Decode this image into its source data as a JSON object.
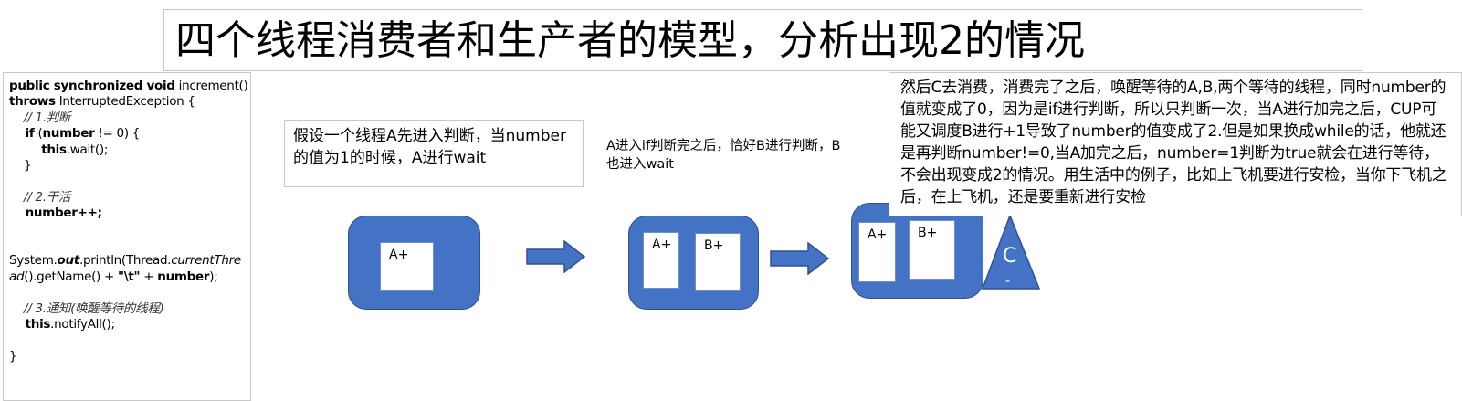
{
  "title": "四个线程消费者和生产者的模型，分析出现2的情况",
  "code": {
    "l1_kw": "public synchronized void",
    "l1_rest": " increment()",
    "l2_kw": "throws",
    "l2_rest": " InterruptedException {",
    "l3": "    // 1.判断",
    "l4_kw": "    if",
    "l4_a": " (",
    "l4_var": "number",
    "l4_b": " != 0) {",
    "l5_kw": "        this",
    "l5_rest": ".wait();",
    "l6": "    }",
    "l8": "    // 2.干活",
    "l9": "    number++;",
    "l12_a": "System.",
    "l12_b": "out",
    "l12_c": ".println(Thread.",
    "l12_d": "currentThread",
    "l12_e": "().getName() + ",
    "l12_f": "\"\\t\"",
    "l12_g": " + ",
    "l12_h": "number",
    "l12_i": ");",
    "l14": "    // 3.通知(唤醒等待的线程)",
    "l15_kw": "    this",
    "l15_rest": ".notifyAll();",
    "l17": "}"
  },
  "note1": "假设一个线程A先进入判断，当number的值为1的时候，A进行wait",
  "note2": "A进入if判断完之后，恰好B进行判断，B也进入wait",
  "note3": "然后C去消费，消费完了之后，唤醒等待的A,B,两个等待的线程，同时number的值就变成了0，因为是if进行判断，所以只判断一次，当A进行加完之后，CUP可能又调度B进行+1导致了number的值变成了2.但是如果换成while的话，他就还是再判断number!=0,当A加完之后，number=1判断为true就会在进行等待，不会出现变成2的情况。用生活中的例子，比如上飞机要进行安检，当你下飞机之后，在上飞机，还是要重新进行安检",
  "stage1": {
    "card_a": "A+"
  },
  "stage2": {
    "card_a": "A+",
    "card_b": "B+"
  },
  "stage3": {
    "card_a": "A+",
    "card_b": "B+",
    "consumer": "C",
    "consumer_sign": "-"
  },
  "colors": {
    "stage_fill": "#4472c4",
    "stage_border": "#2f528f"
  }
}
